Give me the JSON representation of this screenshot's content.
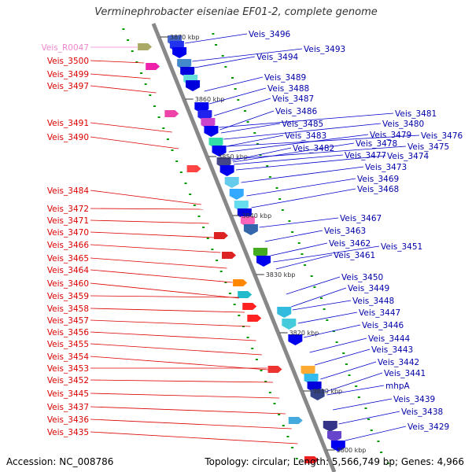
{
  "title": "Verminephrobacter eiseniae EF01-2, complete genome",
  "accession": "Accession: NC_008786",
  "stats": "Topology: circular; Length: 5,566,749 bp; Genes: 4,966",
  "ticks": [
    "3870 kbp",
    "3860 kbp",
    "3850 kbp",
    "3840 kbp",
    "3830 kbp",
    "3820 kbp",
    "3810 kbp",
    "3800 kbp"
  ],
  "left_labels": [
    {
      "text": "Veis_R0047",
      "color": "#ee88cc"
    },
    {
      "text": "Veis_3500",
      "color": "#dd0000"
    },
    {
      "text": "Veis_3499",
      "color": "#dd0000"
    },
    {
      "text": "Veis_3497",
      "color": "#dd0000"
    },
    {
      "text": "Veis_3491",
      "color": "#dd0000"
    },
    {
      "text": "Veis_3490",
      "color": "#dd0000"
    },
    {
      "text": "Veis_3484",
      "color": "#dd0000"
    },
    {
      "text": "Veis_3472",
      "color": "#dd0000"
    },
    {
      "text": "Veis_3471",
      "color": "#dd0000"
    },
    {
      "text": "Veis_3470",
      "color": "#dd0000"
    },
    {
      "text": "Veis_3466",
      "color": "#dd0000"
    },
    {
      "text": "Veis_3465",
      "color": "#dd0000"
    },
    {
      "text": "Veis_3464",
      "color": "#dd0000"
    },
    {
      "text": "Veis_3460",
      "color": "#dd0000"
    },
    {
      "text": "Veis_3459",
      "color": "#dd0000"
    },
    {
      "text": "Veis_3458",
      "color": "#dd0000"
    },
    {
      "text": "Veis_3457",
      "color": "#dd0000"
    },
    {
      "text": "Veis_3456",
      "color": "#dd0000"
    },
    {
      "text": "Veis_3455",
      "color": "#dd0000"
    },
    {
      "text": "Veis_3454",
      "color": "#dd0000"
    },
    {
      "text": "Veis_3453",
      "color": "#dd0000"
    },
    {
      "text": "Veis_3452",
      "color": "#dd0000"
    },
    {
      "text": "Veis_3445",
      "color": "#dd0000"
    },
    {
      "text": "Veis_3437",
      "color": "#dd0000"
    },
    {
      "text": "Veis_3436",
      "color": "#dd0000"
    },
    {
      "text": "Veis_3435",
      "color": "#dd0000"
    }
  ],
  "right_labels": [
    "Veis_3496",
    "Veis_3494",
    "Veis_3493",
    "Veis_3489",
    "Veis_3488",
    "Veis_3487",
    "Veis_3486",
    "Veis_3485",
    "Veis_3483",
    "Veis_3482",
    "Veis_3481",
    "Veis_3480",
    "Veis_3479",
    "Veis_3478",
    "Veis_3477",
    "Veis_3476",
    "Veis_3475",
    "Veis_3474",
    "Veis_3473",
    "Veis_3469",
    "Veis_3468",
    "Veis_3467",
    "Veis_3463",
    "Veis_3462",
    "Veis_3461",
    "Veis_3451",
    "Veis_3450",
    "Veis_3449",
    "Veis_3448",
    "Veis_3447",
    "Veis_3446",
    "Veis_3444",
    "Veis_3443",
    "Veis_3442",
    "Veis_3441",
    "mhpA",
    "Veis_3439",
    "Veis_3438",
    "Veis_3429"
  ],
  "colors": {
    "forward_strand": "#dd0000",
    "reverse_strand": "#0000dd",
    "backbone": "#888888",
    "gc_marks": "#009900",
    "label_forward": "#dd0000",
    "label_reverse": "#0000aa"
  }
}
